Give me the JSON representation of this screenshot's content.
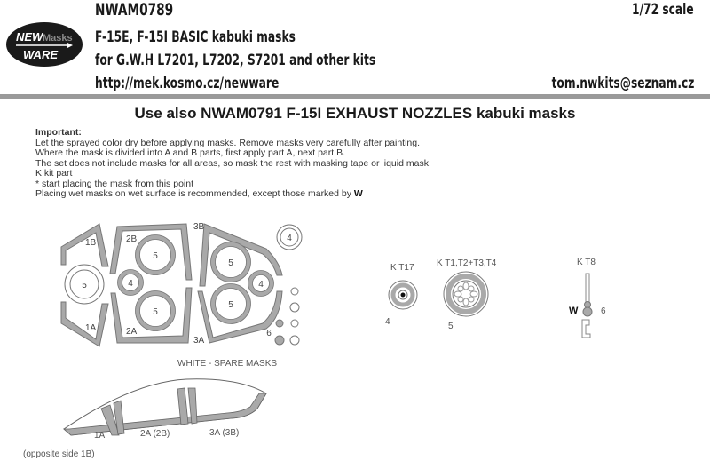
{
  "header": {
    "product_code": "NWAM0789",
    "title": "F-15E, F-15I BASIC kabuki masks",
    "subtitle": "for G.W.H L7201, L7202, S7201 and other kits",
    "website": "http://mek.kosmo.cz/newware",
    "scale": "1/72 scale",
    "email": "tom.nwkits@seznam.cz",
    "logo": {
      "line1": "NEW",
      "line2": "WARE",
      "tag": "Masks"
    }
  },
  "banner": "Use also NWAM0791 F-15I EXHAUST NOZZLES kabuki masks",
  "notes": {
    "heading": "Important:",
    "lines": [
      "Let the sprayed color dry before applying masks. Remove masks very carefully after painting.",
      "Where the mask is divided into A and B parts, first apply part A, next part B.",
      "The set does not include masks for all areas, so mask the rest with masking tape or liquid mask.",
      "K kit part",
      "*  start placing the mask from this point",
      "Placing wet masks on wet surface is recommended, except those marked by"
    ],
    "wet_marker": "W"
  },
  "mask_sheet": {
    "labels": [
      "1B",
      "2B",
      "3B",
      "1A",
      "2A",
      "3A"
    ],
    "circle_numbers": [
      "5",
      "5",
      "5",
      "5",
      "5",
      "4",
      "4",
      "4",
      "6"
    ],
    "spare_caption": "WHITE - SPARE MASKS"
  },
  "kit_parts": {
    "kt17": {
      "label": "K T17",
      "mask_no": "4"
    },
    "kt1": {
      "label": "K T1,T2+T3,T4",
      "mask_no": "5"
    },
    "kt8": {
      "label": "K T8",
      "mask_no": "6",
      "marker": "W"
    }
  },
  "canopy": {
    "label_1a": "1A",
    "label_1a_note": "(opposite side 1B)",
    "label_2a": "2A (2B)",
    "label_3a": "3A (3B)"
  },
  "colors": {
    "mask_gray": "#a9a9a9",
    "outline": "#666666",
    "rule": "#9a9a9a"
  }
}
